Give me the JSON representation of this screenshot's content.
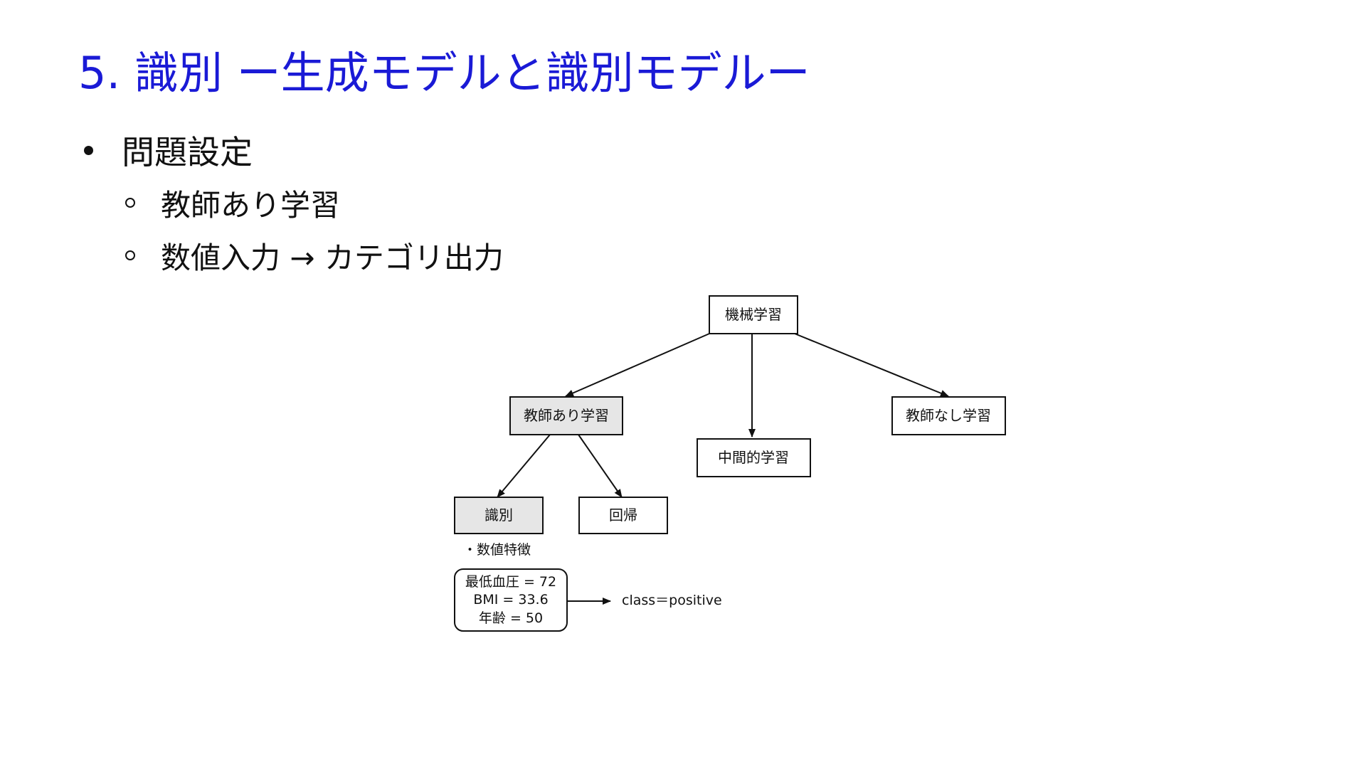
{
  "slide": {
    "title": "5. 識別 ー生成モデルと識別モデルー",
    "title_color": "#1a1ad6",
    "bullets": [
      {
        "level": 1,
        "text": "問題設定"
      },
      {
        "level": 2,
        "text": "教師あり学習"
      },
      {
        "level": 2,
        "text": "数値入力 → カテゴリ出力"
      }
    ]
  },
  "diagram": {
    "nodes": [
      {
        "id": "ml",
        "label": "機械学習",
        "highlighted": false
      },
      {
        "id": "supervised",
        "label": "教師あり学習",
        "highlighted": true
      },
      {
        "id": "semi",
        "label": "中間的学習",
        "highlighted": false
      },
      {
        "id": "unsupervised",
        "label": "教師なし学習",
        "highlighted": false
      },
      {
        "id": "classification",
        "label": "識別",
        "highlighted": true
      },
      {
        "id": "regression",
        "label": "回帰",
        "highlighted": false
      }
    ],
    "edges": [
      {
        "from": "ml",
        "to": "supervised"
      },
      {
        "from": "ml",
        "to": "semi"
      },
      {
        "from": "ml",
        "to": "unsupervised"
      },
      {
        "from": "supervised",
        "to": "classification"
      },
      {
        "from": "supervised",
        "to": "regression"
      }
    ],
    "feature_note": "・数値特徴",
    "features": [
      "最低血圧 = 72",
      "BMI = 33.6",
      "年齢 =  50"
    ],
    "output_label": "class＝positive",
    "highlight_fill": "#e6e6e6"
  }
}
